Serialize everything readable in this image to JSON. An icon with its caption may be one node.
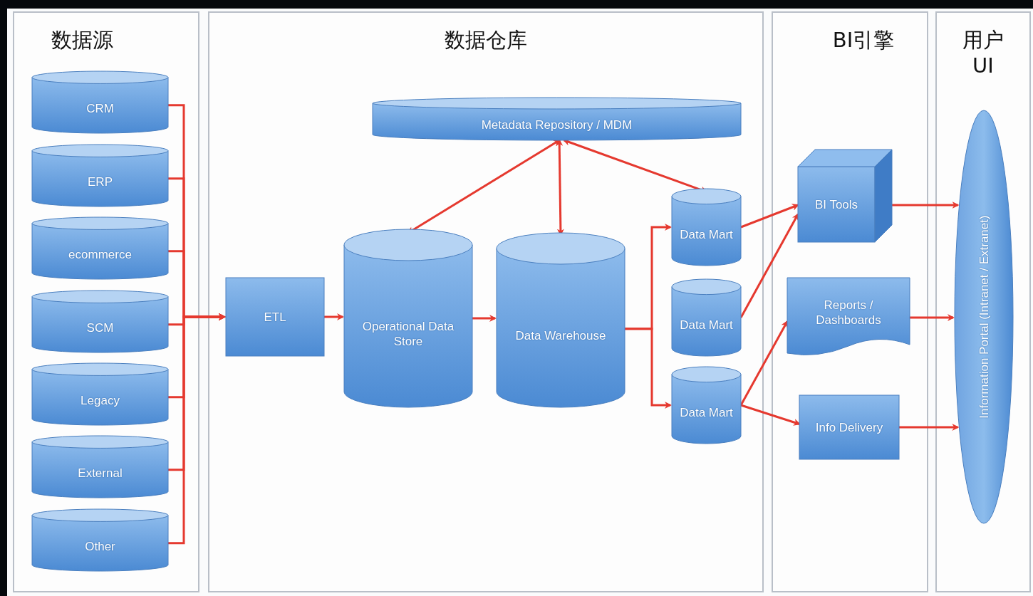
{
  "diagram": {
    "nodes": [
      {
        "text": [
          "数据源"
        ]
      },
      {
        "text": [
          "CRM"
        ],
        "in": 0
      },
      {
        "text": [
          "ERP"
        ],
        "in": 0
      },
      {
        "text": [
          "ecommerce"
        ],
        "in": 0
      },
      {
        "text": [
          "SCM"
        ],
        "in": 0
      },
      {
        "text": [
          "Legacy"
        ],
        "in": 0
      },
      {
        "text": [
          "External"
        ],
        "in": 0
      },
      {
        "text": [
          "Other"
        ],
        "in": 0
      },
      {
        "text": [
          "数据仓库"
        ]
      },
      {
        "text": [
          "Metadata Repository / MDM"
        ],
        "in": 8
      },
      {
        "text": [
          "ETL"
        ],
        "in": 8
      },
      {
        "text": [
          "Operational Data Store"
        ],
        "in": 8
      },
      {
        "text": [
          "Data Warehouse"
        ],
        "in": 8
      },
      {
        "text": [
          "Data Mart"
        ],
        "in": 8
      },
      {
        "text": [
          "Data Mart"
        ],
        "in": 8
      },
      {
        "text": [
          "Data Mart"
        ],
        "in": 8
      },
      {
        "text": [
          "BI引擎"
        ]
      },
      {
        "text": [
          "BI Tools"
        ],
        "in": 16
      },
      {
        "text": [
          "Reports / Dashboards"
        ],
        "in": 16
      },
      {
        "text": [
          "Info Delivery"
        ],
        "in": 16
      },
      {
        "text": [
          "用户UI"
        ]
      },
      {
        "text": [
          "Information Portal (Intranet / Extranet)"
        ],
        "in": 20
      }
    ],
    "edges": [
      {
        "from": 1,
        "to": 10,
        "arrow": "to"
      },
      {
        "from": 2,
        "to": 10,
        "arrow": "to"
      },
      {
        "from": 3,
        "to": 10,
        "arrow": "to"
      },
      {
        "from": 4,
        "to": 10,
        "arrow": "to"
      },
      {
        "from": 5,
        "to": 10,
        "arrow": "to"
      },
      {
        "from": 6,
        "to": 10,
        "arrow": "to"
      },
      {
        "from": 7,
        "to": 10,
        "arrow": "to"
      },
      {
        "from": 10,
        "to": 11,
        "arrow": "to"
      },
      {
        "from": 11,
        "to": 12,
        "arrow": "to"
      },
      {
        "from": 9,
        "to": 11,
        "arrow": "both"
      },
      {
        "from": 9,
        "to": 12,
        "arrow": "both"
      },
      {
        "from": 9,
        "to": 13,
        "arrow": "both"
      },
      {
        "from": 12,
        "to": 13,
        "arrow": "to"
      },
      {
        "from": 12,
        "to": 15,
        "arrow": "to"
      },
      {
        "from": 13,
        "to": 17,
        "arrow": "to"
      },
      {
        "from": 14,
        "to": 17,
        "arrow": "to"
      },
      {
        "from": 15,
        "to": 18,
        "arrow": "to"
      },
      {
        "from": 15,
        "to": 19,
        "arrow": "to"
      },
      {
        "from": 17,
        "to": 21,
        "arrow": "to"
      },
      {
        "from": 18,
        "to": 21,
        "arrow": "to"
      },
      {
        "from": 19,
        "to": 21,
        "arrow": "to"
      }
    ]
  }
}
